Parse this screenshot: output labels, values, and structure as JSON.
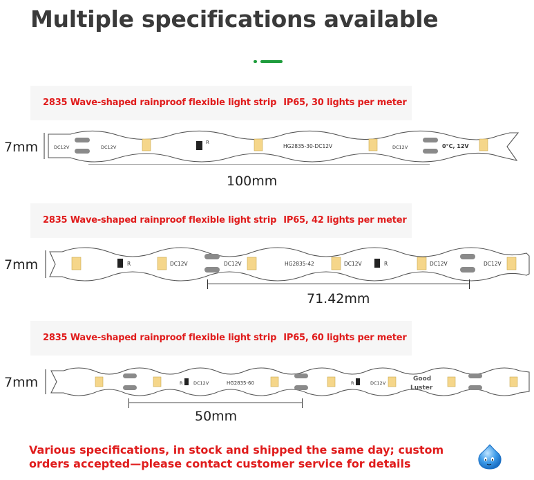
{
  "header": {
    "title": "Multiple specifications available"
  },
  "colors": {
    "label_red": "#e01c1c",
    "accent_green": "#1e9c3c",
    "led_yellow": "#f5d68a"
  },
  "specs": [
    {
      "label_model": "2835 Wave-shaped rainproof flexible light strip",
      "label_rating": "IP65, 30 lights per meter",
      "width": "7mm",
      "pitch": "100mm",
      "print_model": "HG2835-30-DC12V",
      "print_extra": "0°C, 12V"
    },
    {
      "label_model": "2835 Wave-shaped rainproof flexible light strip",
      "label_rating": "IP65, 42 lights per meter",
      "width": "7mm",
      "pitch": "71.42mm",
      "print_model": "HG2835-42"
    },
    {
      "label_model": "2835 Wave-shaped rainproof flexible light strip",
      "label_rating": "IP65, 60 lights per meter",
      "width": "7mm",
      "pitch": "50mm",
      "print_model": "HG2835-60",
      "badge_line1": "Good",
      "badge_line2": "Luster"
    }
  ],
  "strip_print": {
    "voltage": "DC12V",
    "resistor": "R",
    "plus": "+",
    "minus": "-"
  },
  "footer": {
    "note": "Various specifications, in stock and shipped the same day; custom orders accepted—please contact customer service for details"
  }
}
